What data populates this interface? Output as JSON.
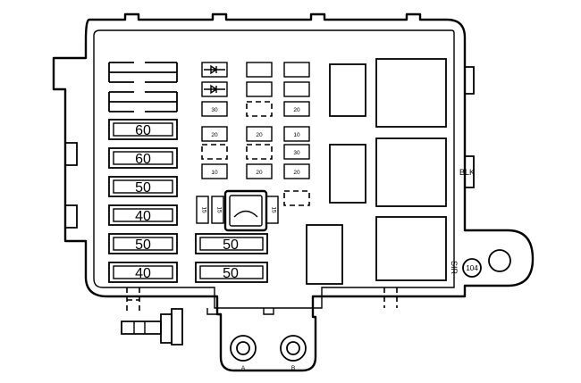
{
  "large_fuses": {
    "left_column": [
      "",
      "",
      "60",
      "60",
      "50",
      "40",
      "50",
      "40"
    ],
    "middle_column": [
      "50",
      "50"
    ]
  },
  "mini_fuses": {
    "row1": [
      "",
      "",
      ""
    ],
    "row2": [
      "",
      "",
      ""
    ],
    "row3": [
      "30",
      "",
      "20"
    ],
    "row4": [
      "20",
      "20",
      "10"
    ],
    "row5": [
      "",
      "",
      "30"
    ],
    "row6": [
      "10",
      "20",
      "20"
    ]
  },
  "vertical_fuses": [
    "15",
    "15",
    "15"
  ],
  "labels": {
    "color": "BLK",
    "sir": "SIR",
    "splice": "104",
    "stud_a": "A",
    "stud_b": "B"
  }
}
